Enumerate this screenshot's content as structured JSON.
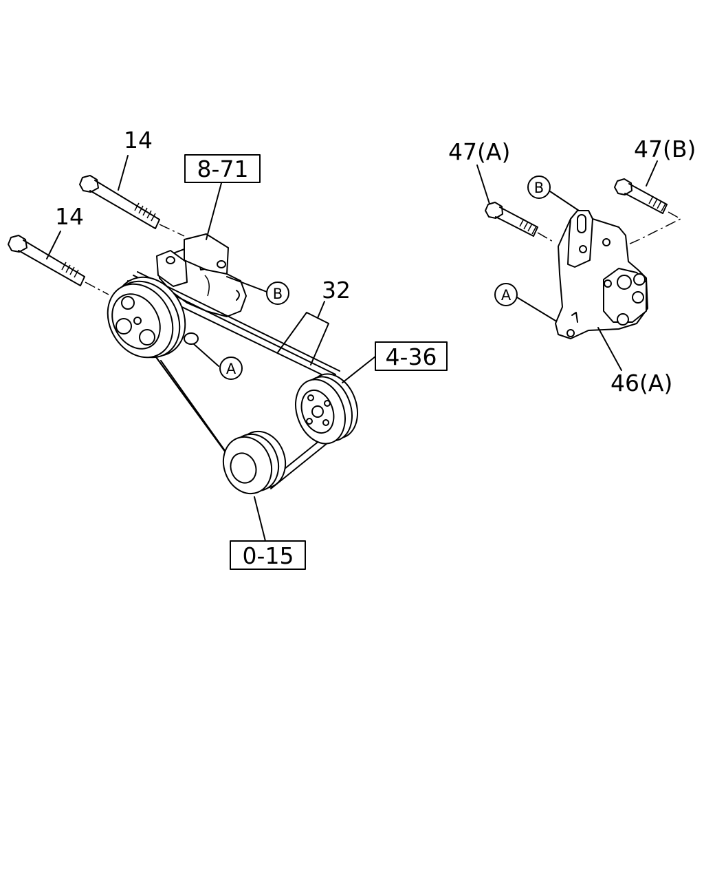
{
  "callouts": {
    "bolt_upper": "14",
    "bolt_lower": "14",
    "compressor_ref": "8-71",
    "belt": "32",
    "idler_ref": "4-36",
    "crank_ref": "0-15",
    "bolt_a": "47(A)",
    "bolt_b": "47(B)",
    "bracket": "46(A)"
  },
  "markers": {
    "a": "A",
    "b": "B"
  }
}
